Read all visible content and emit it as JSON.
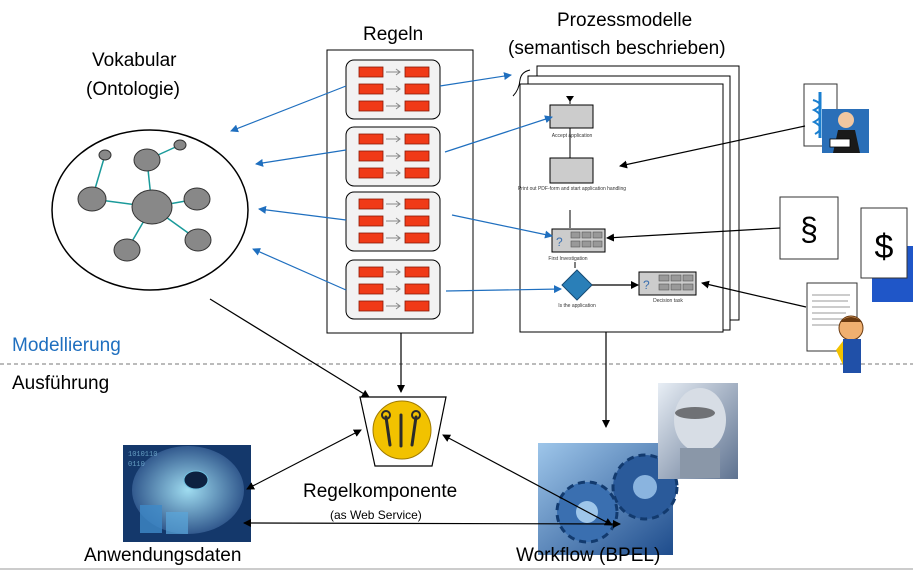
{
  "labels": {
    "vocabulary": "Vokabular",
    "ontology": "(Ontologie)",
    "rules": "Regeln",
    "process_models": "Prozessmodelle",
    "process_models_sub": "(semantisch beschrieben)",
    "modeling": "Modellierung",
    "execution": "Ausführung",
    "rule_component": "Regelkomponente",
    "rule_component_sub": "(as Web Service)",
    "application_data": "Anwendungsdaten",
    "workflow": "Workflow (BPEL)"
  },
  "process_steps": {
    "accept": "Accept application",
    "print": "Print out PDF-form and start application handling",
    "first": "First Investigation",
    "is_true": "Is the application",
    "decision": "Decision task"
  },
  "symbols": {
    "paragraph": "§",
    "dollar": "$",
    "question": "?"
  },
  "colors": {
    "rule_red": "#f03a17",
    "blue_arrow": "#1f6fbf",
    "modeling_text": "#1f6fbf",
    "diamond": "#2a7fb8",
    "gear_blue": "#2d5fa3"
  }
}
